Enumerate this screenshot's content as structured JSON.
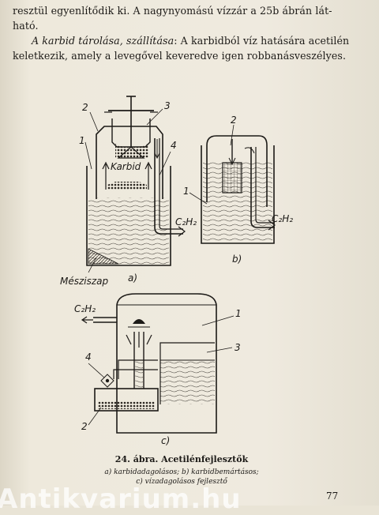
{
  "text": {
    "line1": "resztül egyenlítődik ki. A nagynyomású vízzár a 25b ábrán lát-",
    "line2": "ható.",
    "para2_italic": "A karbid tárolása, szállítása",
    "para2_rest": ": A karbidból víz hatására acetilén",
    "line4": "keletkezik, amely a levegővel keveredve igen robbanásveszélyes."
  },
  "figure": {
    "a": {
      "num1": "1",
      "num2": "2",
      "num3": "3",
      "num4": "4",
      "karbid": "Karbid",
      "gas": "C₂H₂",
      "meszisap": "Mésziszap",
      "sub": "a)"
    },
    "b": {
      "num1": "1",
      "num2": "2",
      "gas": "C₂H₂",
      "sub": "b)"
    },
    "c": {
      "num1": "1",
      "num2": "2",
      "num3": "3",
      "num4": "4",
      "gas": "C₂H₂",
      "sub": "c)"
    }
  },
  "caption": {
    "title": "24. ábra. Acetilénfejlesztők",
    "sub1": "a) karbidadagolásos; b) karbidbemártásos;",
    "sub2": "c) vízadagolásos fejlesztő"
  },
  "watermark": "Antikvarium.hu",
  "page_number": "77"
}
